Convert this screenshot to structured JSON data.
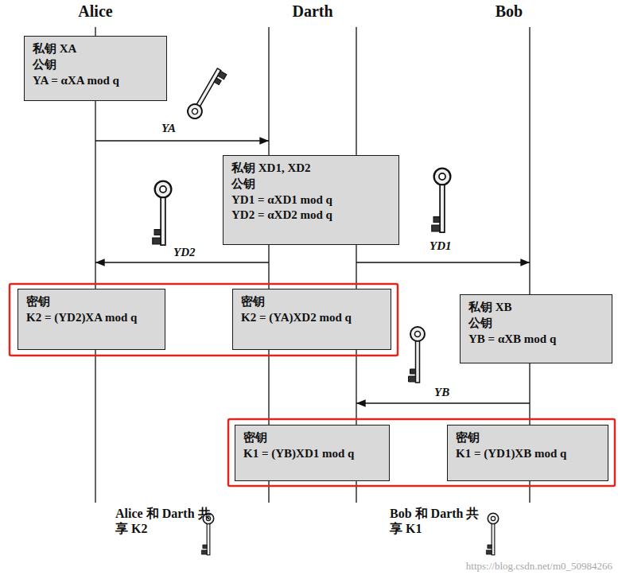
{
  "diagram": {
    "nodes": [
      {
        "text": [
          "私钥 XA",
          "公钥",
          "YA = αXA mod q"
        ]
      },
      {
        "text": [
          "私钥 XD1, XD2",
          "公钥",
          "YD1 = αXD1 mod q",
          "YD2 = αXD2 mod q"
        ]
      },
      {
        "text": [
          "密钥",
          "K2 = (YD2)XA mod q"
        ]
      },
      {
        "text": [
          "密钥",
          "K2 = (YA)XD2 mod q"
        ]
      },
      {
        "text": [
          "私钥 XB",
          "公钥",
          "YB = αXB mod q"
        ]
      },
      {
        "text": [
          "密钥",
          "K1 = (YB)XD1 mod q"
        ]
      },
      {
        "text": [
          "密钥",
          "K1 = (YD1)XB mod q"
        ]
      }
    ],
    "labels": [
      "Alice",
      "Darth",
      "Bob",
      "YA",
      "YD2",
      "YD1",
      "YB",
      "Alice 和 Darth 共享 K2",
      "Bob 和 Darth 共享 K1",
      "https://blog.csdn.net/m0_50984266"
    ]
  }
}
